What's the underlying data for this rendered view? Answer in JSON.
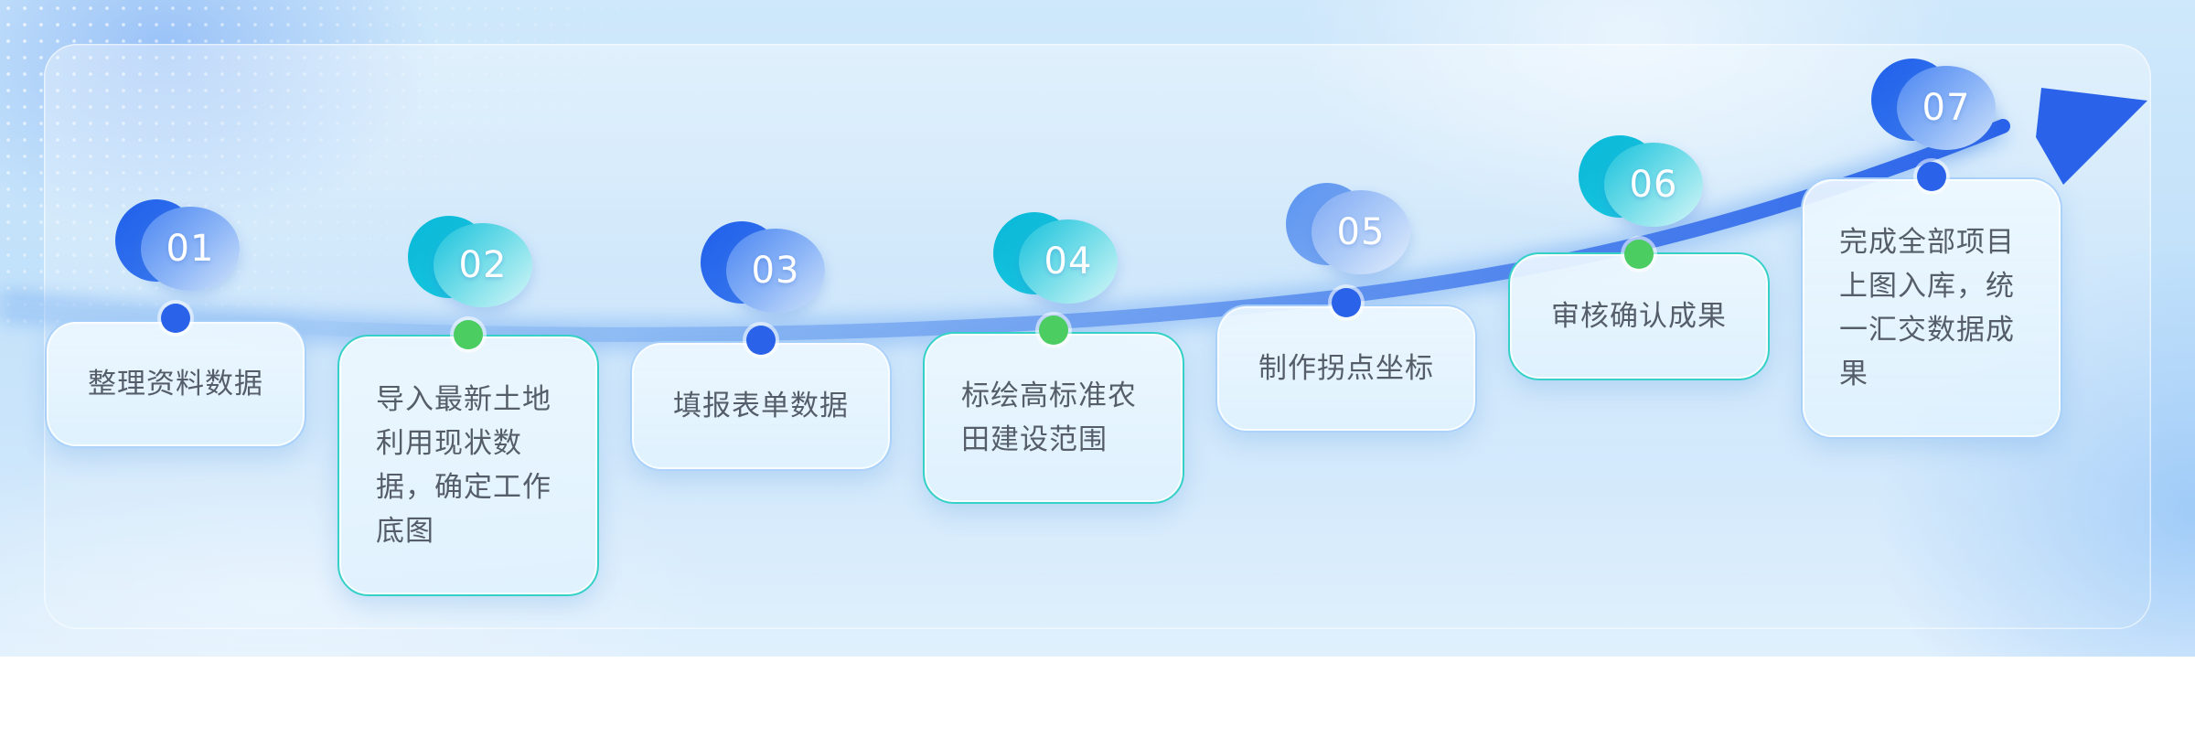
{
  "colors": {
    "primary_blue": "#2a63ea",
    "teal": "#17c1dc",
    "green_dot": "#4ccd62",
    "card_text": "#555e68",
    "arrow": "#2a63ea"
  },
  "steps": [
    {
      "number": "01",
      "text": "整理资料数据",
      "badge_style": "blue",
      "dot_color": "blue",
      "card_border": "blue"
    },
    {
      "number": "02",
      "text": "导入最新土地利用现状数据，确定工作底图",
      "badge_style": "teal",
      "dot_color": "green",
      "card_border": "teal"
    },
    {
      "number": "03",
      "text": "填报表单数据",
      "badge_style": "blue",
      "dot_color": "blue",
      "card_border": "blue"
    },
    {
      "number": "04",
      "text": "标绘高标准农田建设范围",
      "badge_style": "teal",
      "dot_color": "green",
      "card_border": "teal"
    },
    {
      "number": "05",
      "text": "制作拐点坐标",
      "badge_style": "light",
      "dot_color": "blue",
      "card_border": "blue"
    },
    {
      "number": "06",
      "text": "审核确认成果",
      "badge_style": "teal",
      "dot_color": "green",
      "card_border": "teal"
    },
    {
      "number": "07",
      "text": "完成全部项目上图入库，统一汇交数据成果",
      "badge_style": "blue",
      "dot_color": "blue",
      "card_border": "blue"
    }
  ]
}
